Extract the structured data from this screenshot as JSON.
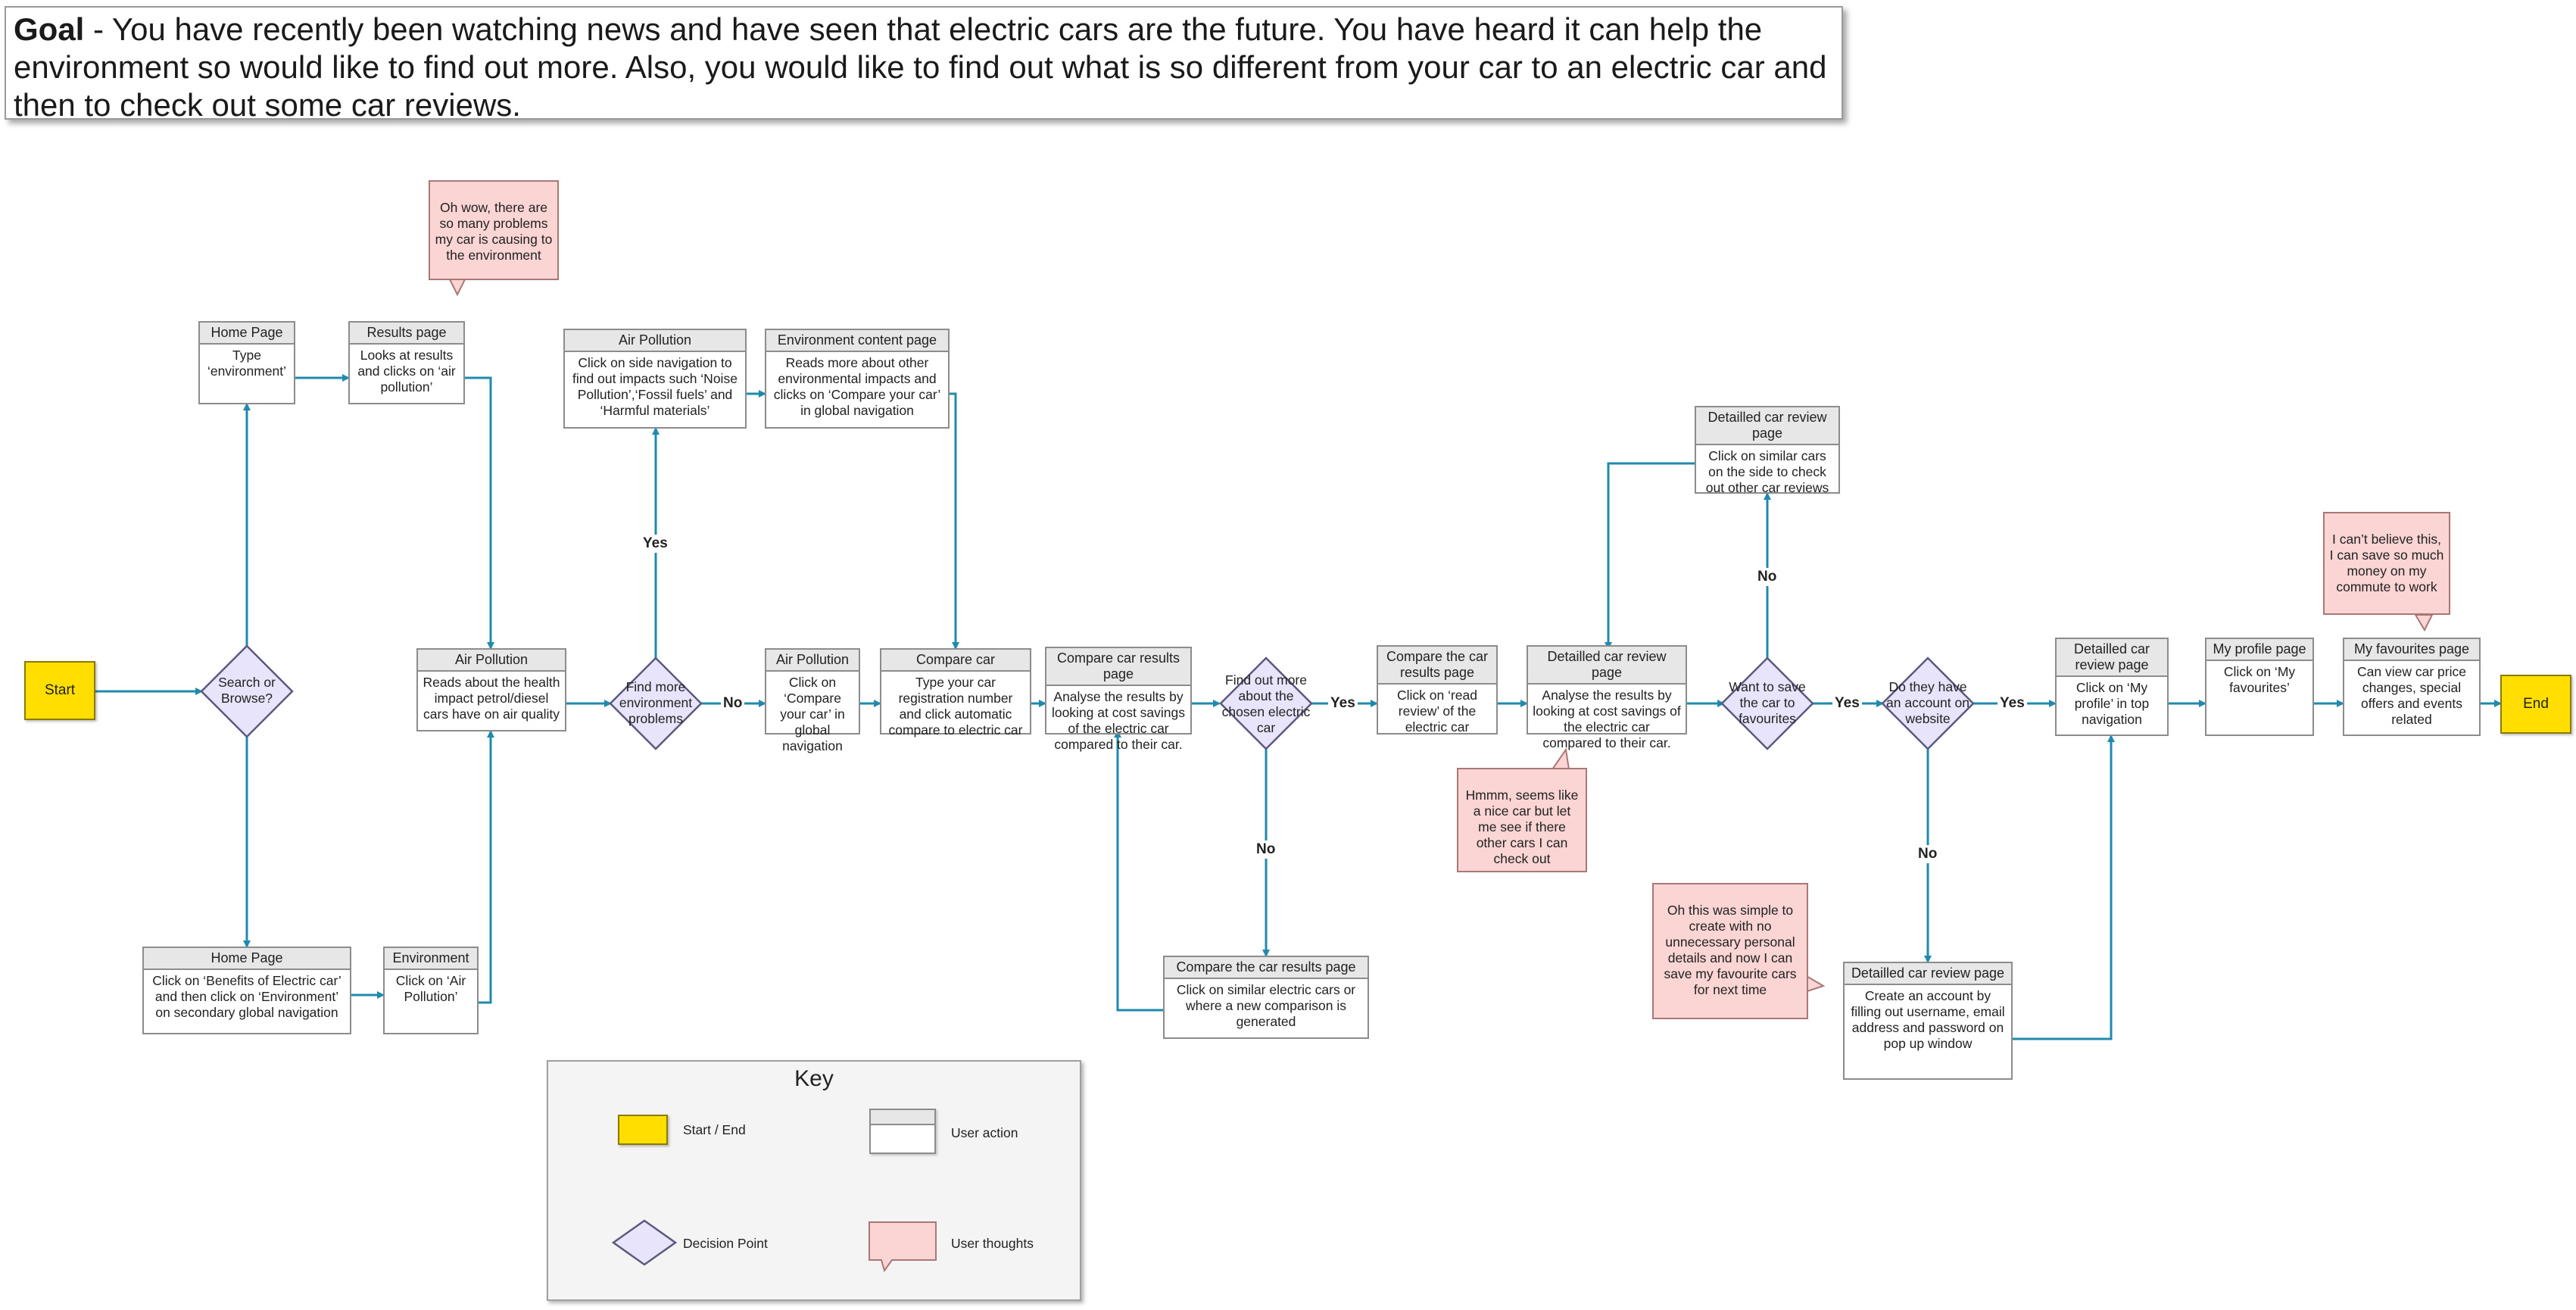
{
  "goal": {
    "bold": "Goal",
    "text": " - You have recently been watching news and have seen that electric cars are the future. You have heard it can help the environment so would like to find out more. Also, you would like to find out what is so different from your car to an electric car and then to check out some car reviews."
  },
  "terminals": {
    "start": "Start",
    "end": "End"
  },
  "decisions": {
    "search_browse": "Search or Browse?",
    "find_more": "Find more environment problems",
    "find_out_more": "Find out more about the chosen electric car",
    "want_to_save": "Want to save the car to favourites",
    "do_they_have": "Do they have an account on website"
  },
  "nodes": {
    "home_top": {
      "title": "Home Page",
      "body": "Type ‘environment’"
    },
    "results": {
      "title": "Results page",
      "body": "Looks at results and clicks on ‘air pollution’"
    },
    "home_bottom": {
      "title": "Home Page",
      "body": "Click on ‘Benefits of Electric car’ and then click on ‘Environment’ on secondary global navigation"
    },
    "environment": {
      "title": "Environment",
      "body": "Click on ‘Air Pollution’"
    },
    "air_pollution_main": {
      "title": "Air Pollution",
      "body": "Reads about the health impact petrol/diesel cars have on air quality"
    },
    "air_pollution_top": {
      "title": "Air Pollution",
      "body": "Click on side navigation to find out impacts such ‘Noise Pollution’,‘Fossil fuels’ and ‘Harmful materials’"
    },
    "env_content": {
      "title": "Environment content page",
      "body": "Reads more about other environmental impacts and clicks on ‘Compare your car’ in global navigation"
    },
    "air_pollution_small": {
      "title": "Air Pollution",
      "body": "Click on ‘Compare your car’ in global navigation"
    },
    "compare_car": {
      "title": "Compare car",
      "body": "Type your car registration number and click automatic compare to electric car"
    },
    "compare_results": {
      "title": "Compare car results page",
      "body": "Analyse the results by looking at cost savings of the electric car compared to their car."
    },
    "compare_results_bottom": {
      "title": "Compare the car results page",
      "body": "Click on similar electric cars or where a new comparison is generated"
    },
    "compare_results_right": {
      "title": "Compare the car results page",
      "body": "Click on ‘read review’ of the electric car"
    },
    "detailed_review": {
      "title": "Detailled car review page",
      "body": "Analyse the results by looking at cost savings of the electric car compared to their car."
    },
    "detailed_top": {
      "title": "Detailled car review page",
      "body": "Click on similar cars on the side to check out other car reviews"
    },
    "detailed_bottom": {
      "title": "Detailled car review page",
      "body": "Create an account by filling out username, email address and password on pop up window"
    },
    "detailed_right": {
      "title": "Detailled car review page",
      "body": "Click on ‘My profile’ in top navigation"
    },
    "my_profile": {
      "title": "My profile page",
      "body": "Click on ‘My favourites’"
    },
    "my_favourites": {
      "title": "My favourites page",
      "body": "Can view car price changes, special offers and events related"
    }
  },
  "thoughts": {
    "t1": "Oh wow, there are so many problems my car is causing to the environment",
    "t2": "Hmmm, seems like a nice car but let me see if there other cars I can check out",
    "t3": "Oh this was simple to create with no unnecessary personal details and now I can save my favourite cars for next time",
    "t4": "I can’t believe this, I can save so much money on my commute to work"
  },
  "edges": {
    "yes": "Yes",
    "no": "No"
  },
  "key": {
    "title": "Key",
    "start_end": "Start / End",
    "user_action": "User action",
    "decision_point": "Decision Point",
    "user_thoughts": "User thoughts"
  },
  "colors": {
    "connector": "#1f8aad",
    "terminal": "#ffde00",
    "decision": "#e8e4fb",
    "thought": "#fbd4d4",
    "header": "#e7e7e7"
  }
}
